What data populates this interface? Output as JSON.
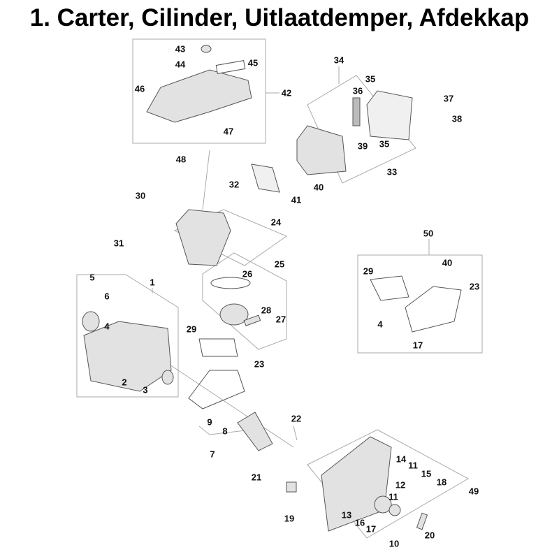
{
  "title": "1. Carter, Cilinder, Uitlaatdemper, Afdekkap",
  "callouts": [
    "43",
    "44",
    "45",
    "46",
    "42",
    "47",
    "48",
    "34",
    "35",
    "36",
    "37",
    "38",
    "39",
    "35",
    "33",
    "40",
    "41",
    "32",
    "30",
    "24",
    "31",
    "25",
    "26",
    "50",
    "29",
    "40",
    "23",
    "4",
    "17",
    "5",
    "1",
    "6",
    "4",
    "28",
    "27",
    "29",
    "23",
    "2",
    "3",
    "9",
    "8",
    "7",
    "22",
    "21",
    "14",
    "11",
    "15",
    "12",
    "18",
    "11",
    "49",
    "13",
    "16",
    "17",
    "19",
    "20",
    "10"
  ],
  "colors": {
    "line": "#9a9a9a",
    "part": "#d8d8d8",
    "part_stroke": "#555555"
  }
}
